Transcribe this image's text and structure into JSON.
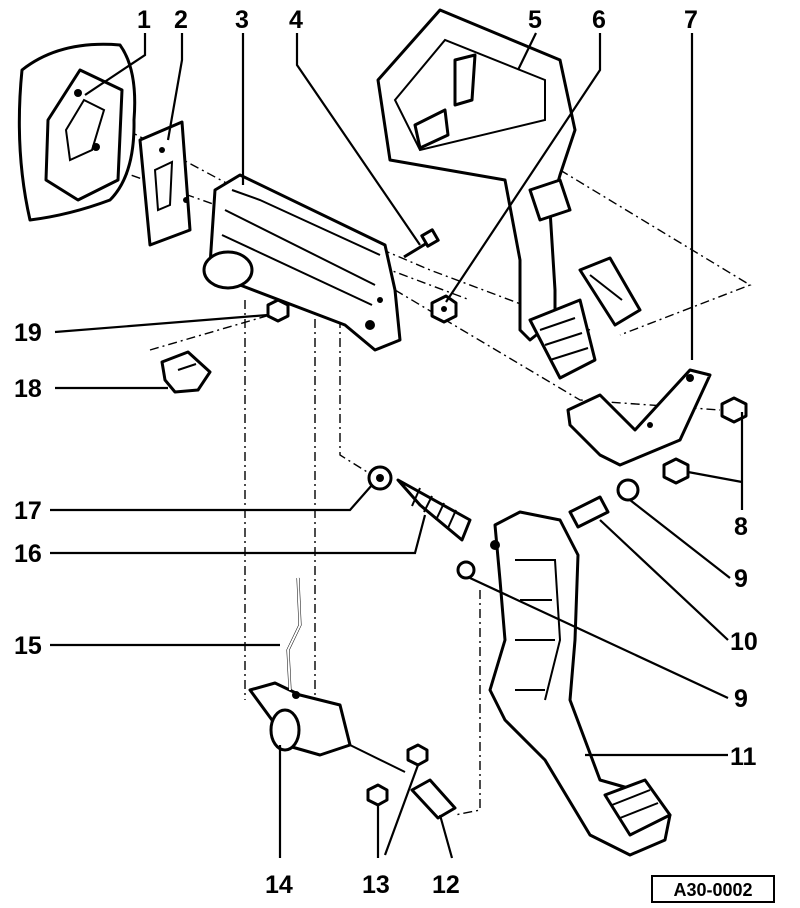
{
  "callouts": [
    {
      "id": "1",
      "label": "1"
    },
    {
      "id": "2",
      "label": "2"
    },
    {
      "id": "3",
      "label": "3"
    },
    {
      "id": "4",
      "label": "4"
    },
    {
      "id": "5",
      "label": "5"
    },
    {
      "id": "6",
      "label": "6"
    },
    {
      "id": "7",
      "label": "7"
    },
    {
      "id": "8",
      "label": "8"
    },
    {
      "id": "9a",
      "label": "9"
    },
    {
      "id": "10",
      "label": "10"
    },
    {
      "id": "9b",
      "label": "9"
    },
    {
      "id": "11",
      "label": "11"
    },
    {
      "id": "12",
      "label": "12"
    },
    {
      "id": "13",
      "label": "13"
    },
    {
      "id": "14",
      "label": "14"
    },
    {
      "id": "15",
      "label": "15"
    },
    {
      "id": "16",
      "label": "16"
    },
    {
      "id": "17",
      "label": "17"
    },
    {
      "id": "18",
      "label": "18"
    },
    {
      "id": "19",
      "label": "19"
    }
  ],
  "reference_code": "A30-0002"
}
